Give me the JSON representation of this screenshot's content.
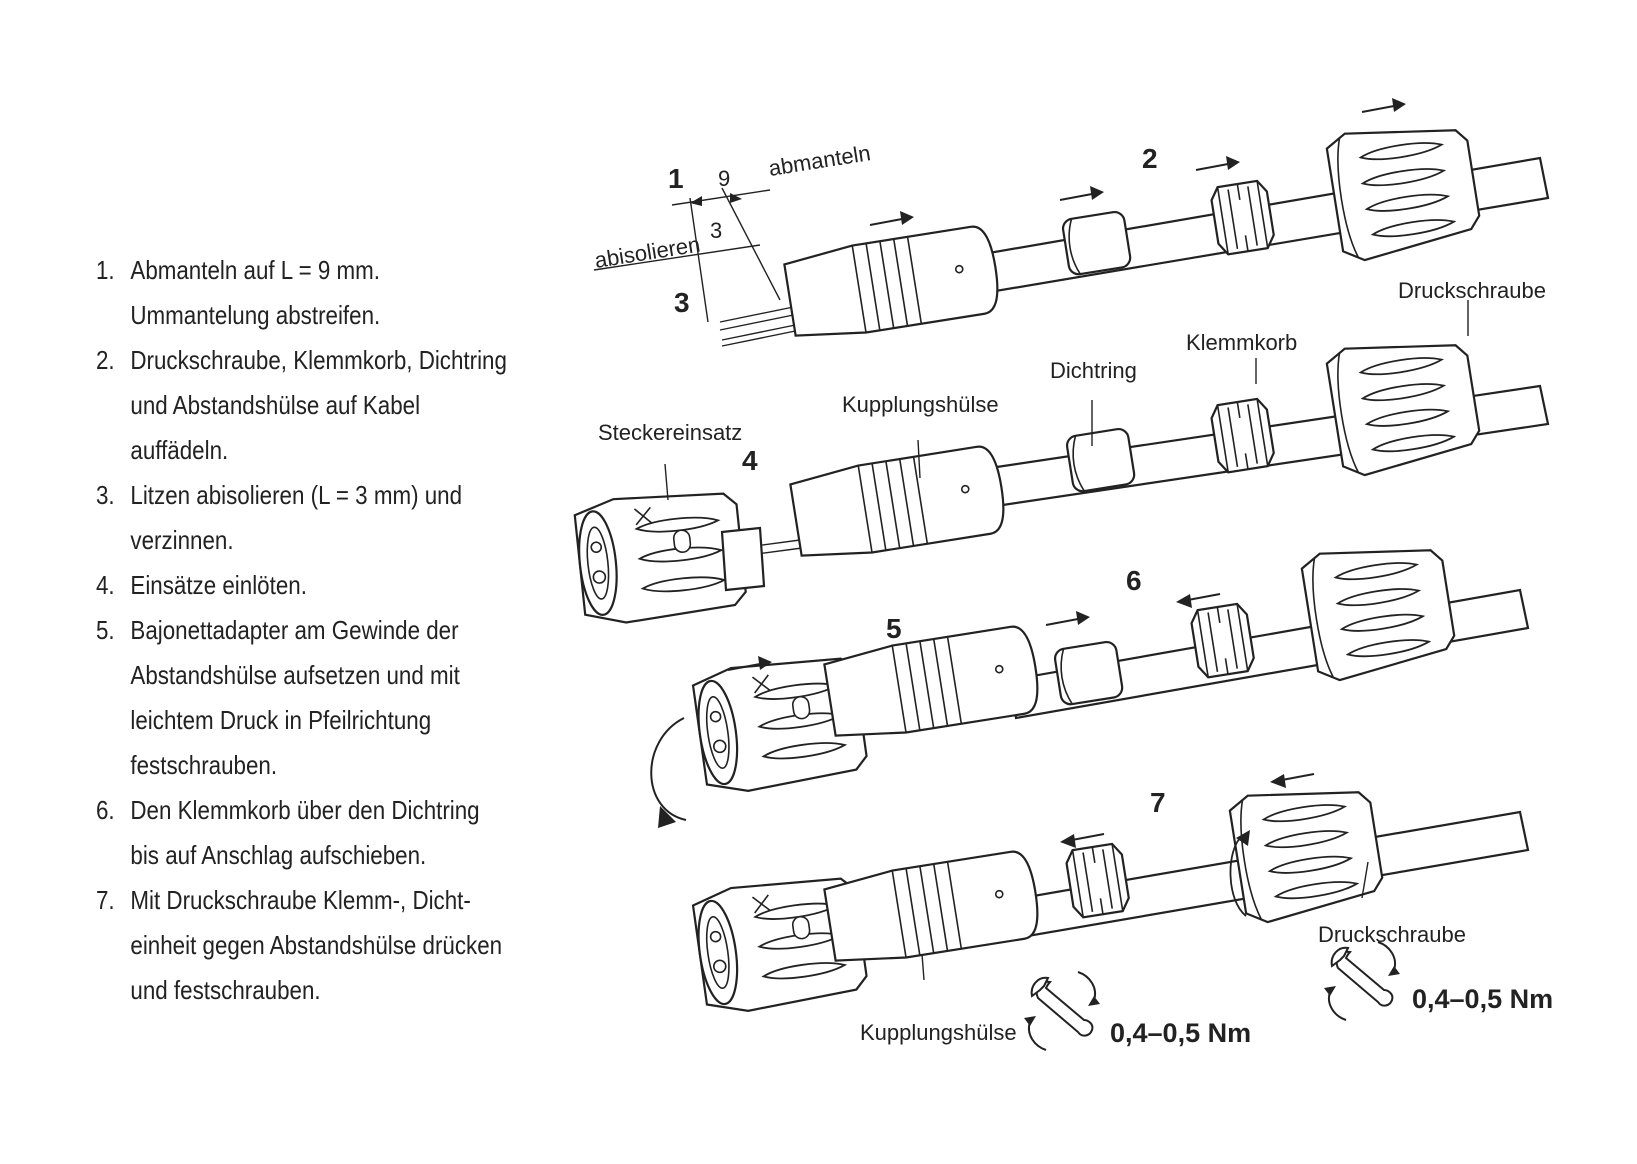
{
  "instructions": [
    {
      "num": "1.",
      "lines": [
        "Abmanteln auf L = 9 mm.",
        "Ummantelung abstreifen."
      ]
    },
    {
      "num": "2.",
      "lines": [
        "Druckschraube, Klemmkorb, Dichtring",
        "und Abstandshülse auf Kabel",
        "auffädeln."
      ]
    },
    {
      "num": "3.",
      "lines": [
        "Litzen abisolieren (L = 3 mm) und",
        "verzinnen."
      ]
    },
    {
      "num": "4.",
      "lines": [
        "Einsätze einlöten."
      ]
    },
    {
      "num": "5.",
      "lines": [
        "Bajonettadapter am Gewinde der",
        "Abstandshülse aufsetzen und mit",
        "leichtem Druck in Pfeilrichtung",
        "festschrauben."
      ]
    },
    {
      "num": "6.",
      "lines": [
        "Den Klemmkorb über den Dichtring",
        "bis auf Anschlag aufschieben."
      ]
    },
    {
      "num": "7.",
      "lines": [
        "Mit Druckschraube Klemm-, Dicht-",
        "einheit gegen Abstandshülse drücken",
        "und festschrauben."
      ]
    }
  ],
  "diagram": {
    "steps": [
      "1",
      "2",
      "3",
      "4",
      "5",
      "6",
      "7"
    ],
    "dimensions": {
      "strip_length": "9",
      "insulation_length": "3",
      "abmanteln": "abmanteln",
      "abisolieren": "abisolieren"
    },
    "labels": {
      "druckschraube_top": "Druckschraube",
      "klemmkorb": "Klemmkorb",
      "dichtring": "Dichtring",
      "kupplungshuelse_top": "Kupplungshülse",
      "steckereinsatz": "Steckereinsatz",
      "druckschraube_bottom": "Druckschraube",
      "kupplungshuelse_bottom": "Kupplungshülse"
    },
    "torque_values": [
      "0,4–0,5 Nm",
      "0,4–0,5 Nm"
    ]
  }
}
